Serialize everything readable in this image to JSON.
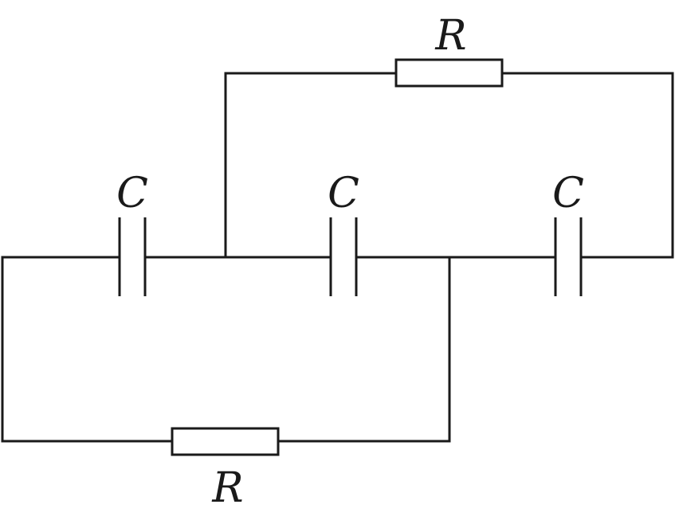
{
  "circuit": {
    "labels": {
      "resistor_top": "R",
      "resistor_bottom": "R",
      "capacitor_left": "C",
      "capacitor_middle": "C",
      "capacitor_right": "C"
    }
  }
}
